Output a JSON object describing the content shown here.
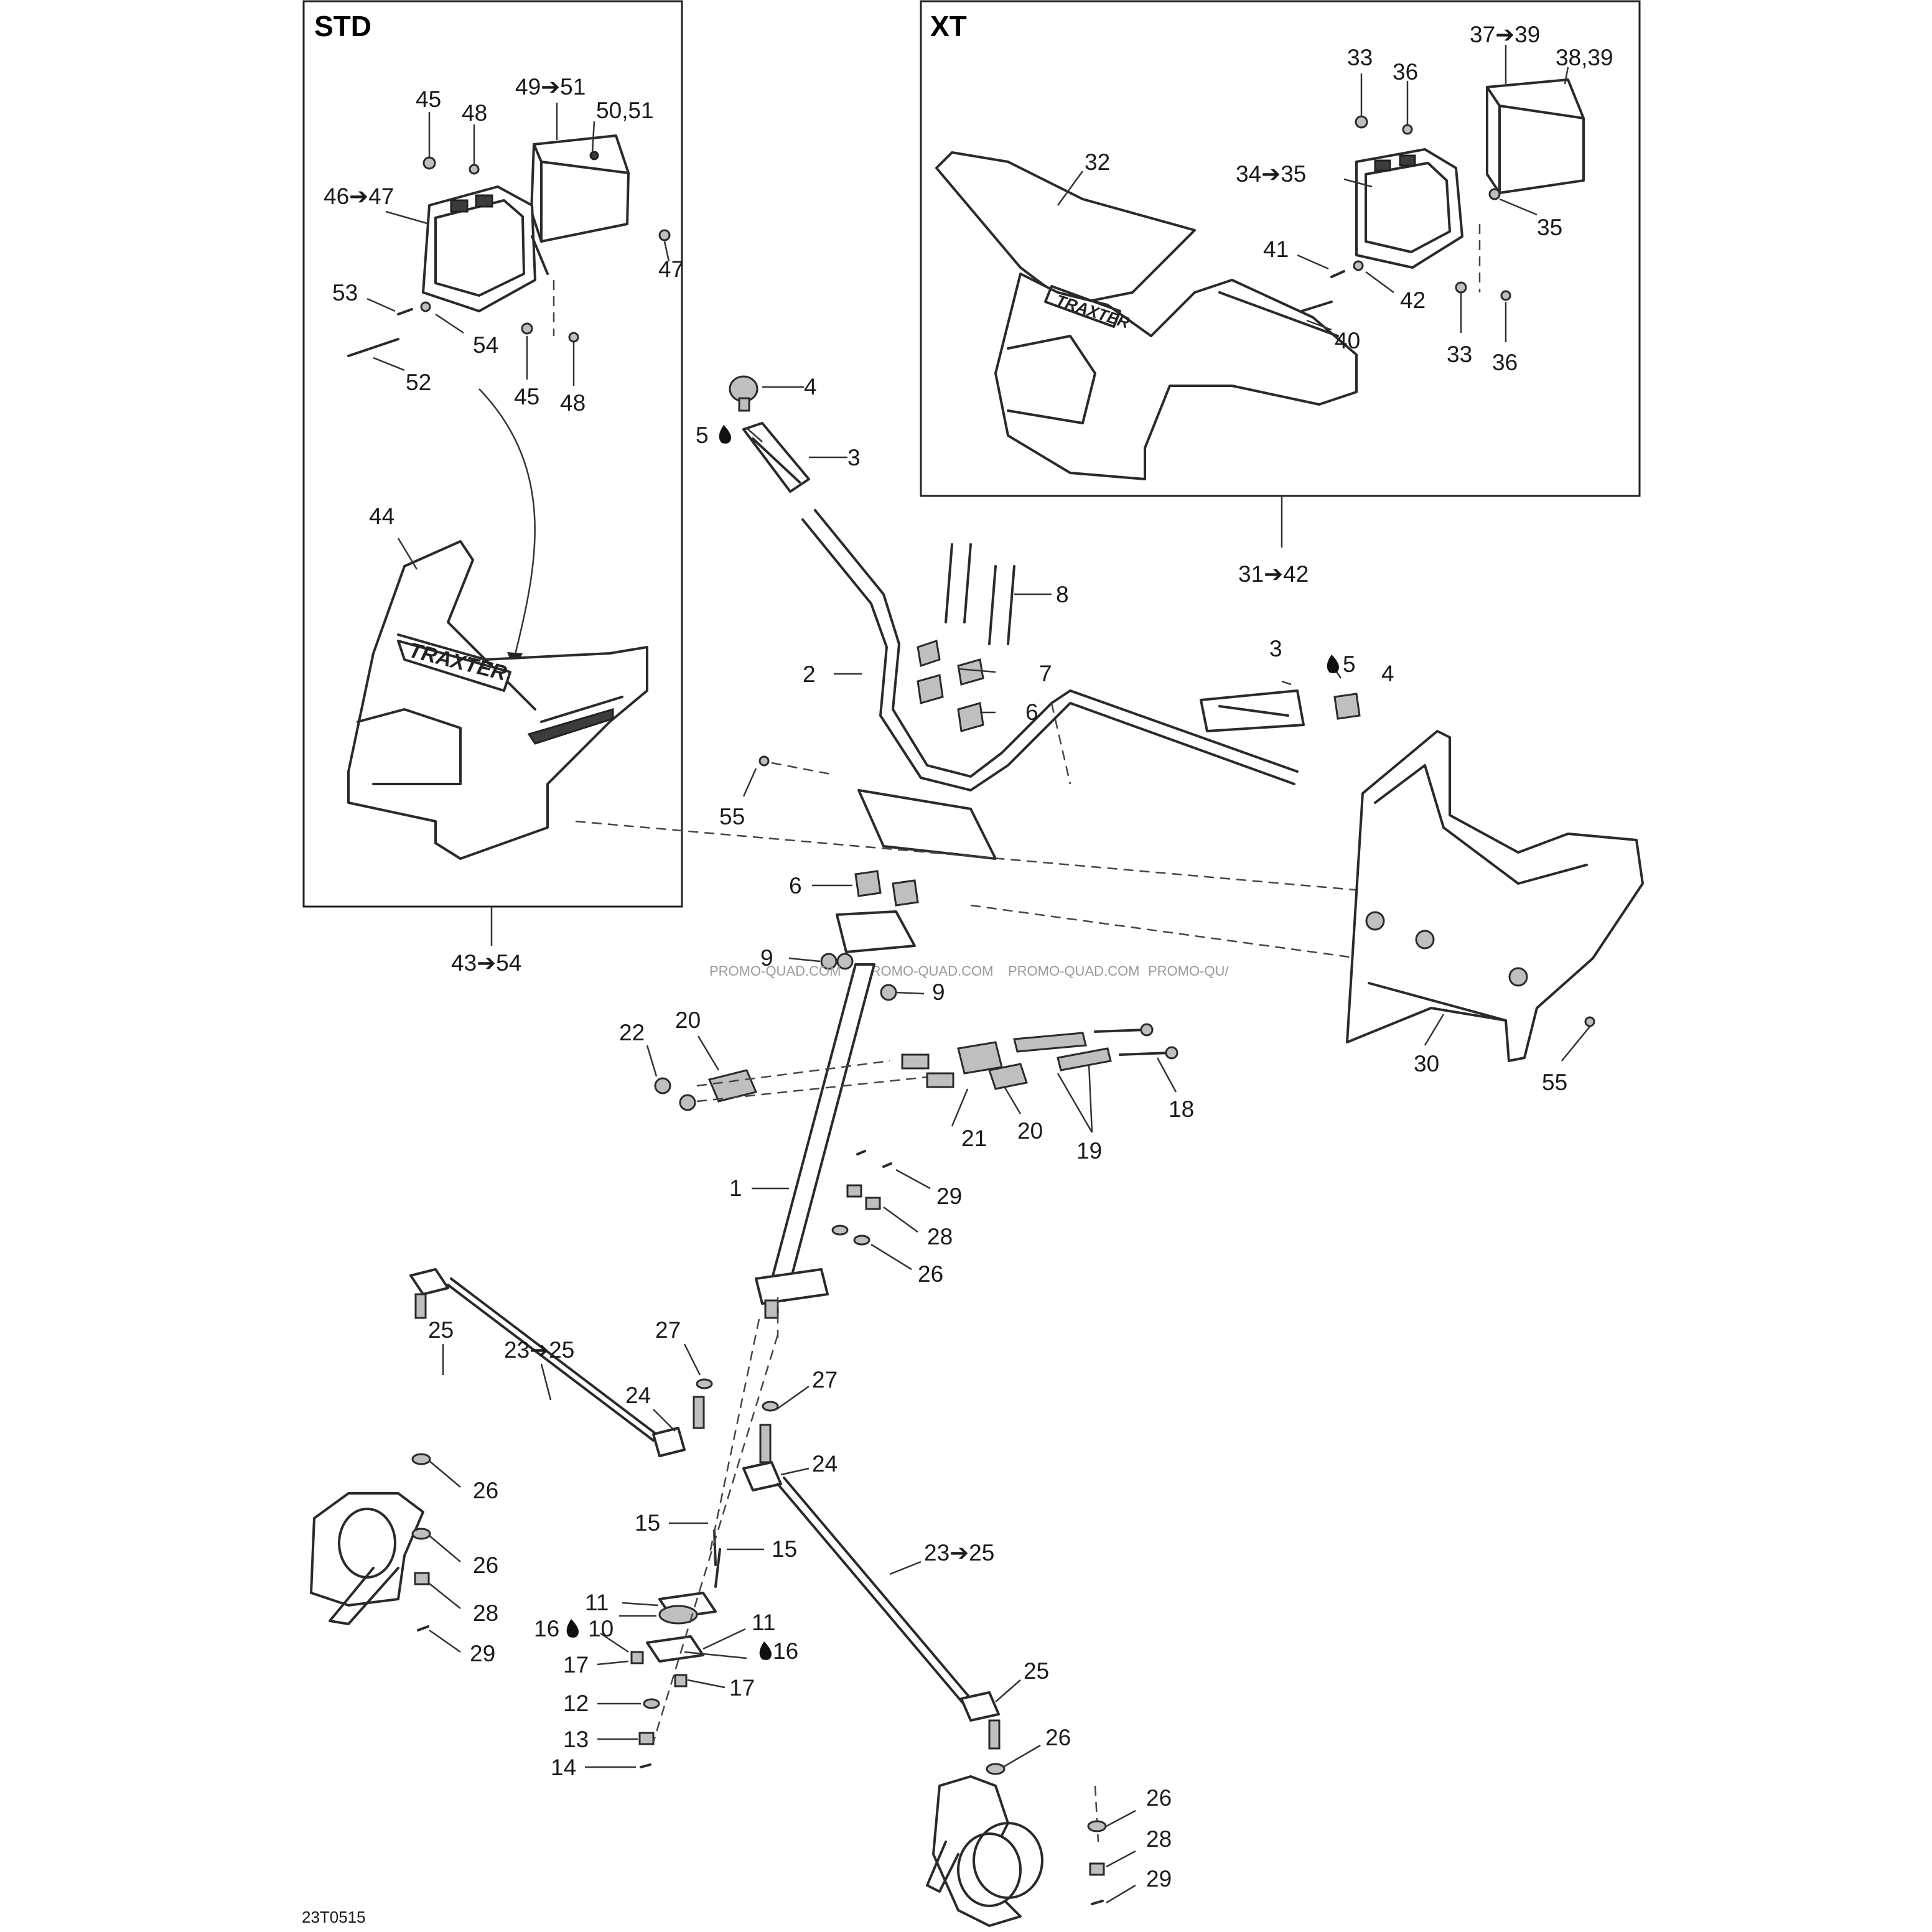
{
  "panels": {
    "std": {
      "title": "STD",
      "range": "43➔54"
    },
    "xt": {
      "title": "XT",
      "range": "31➔42"
    }
  },
  "logo": {
    "text": "TRAXTER"
  },
  "diagram_code": "23T0515",
  "watermark": [
    "PROMO-QUAD.COM",
    "PROMO-QUAD.COM",
    "PROMO-QUAD.COM",
    "PROMO-QU/"
  ],
  "callouts": {
    "std": [
      "45",
      "48",
      "49➔51",
      "50,51",
      "46➔47",
      "47",
      "53",
      "54",
      "52",
      "45",
      "48",
      "44"
    ],
    "xt": [
      "33",
      "36",
      "37➔39",
      "38,39",
      "32",
      "34➔35",
      "35",
      "41",
      "42",
      "40",
      "33",
      "36"
    ],
    "handlebar": [
      "4",
      "5",
      "3",
      "2",
      "8",
      "7",
      "6",
      "55",
      "3",
      "5",
      "4",
      "6",
      "9",
      "9",
      "30",
      "55"
    ],
    "column": [
      "22",
      "20",
      "21",
      "20",
      "19",
      "18",
      "1",
      "29",
      "28",
      "26"
    ],
    "lower": [
      "25",
      "23➔25",
      "27",
      "24",
      "26",
      "26",
      "28",
      "29",
      "27",
      "24",
      "15",
      "15",
      "11",
      "10",
      "11",
      "16",
      "16",
      "17",
      "17",
      "12",
      "13",
      "14",
      "23➔25",
      "25",
      "26",
      "26",
      "28",
      "29"
    ]
  }
}
